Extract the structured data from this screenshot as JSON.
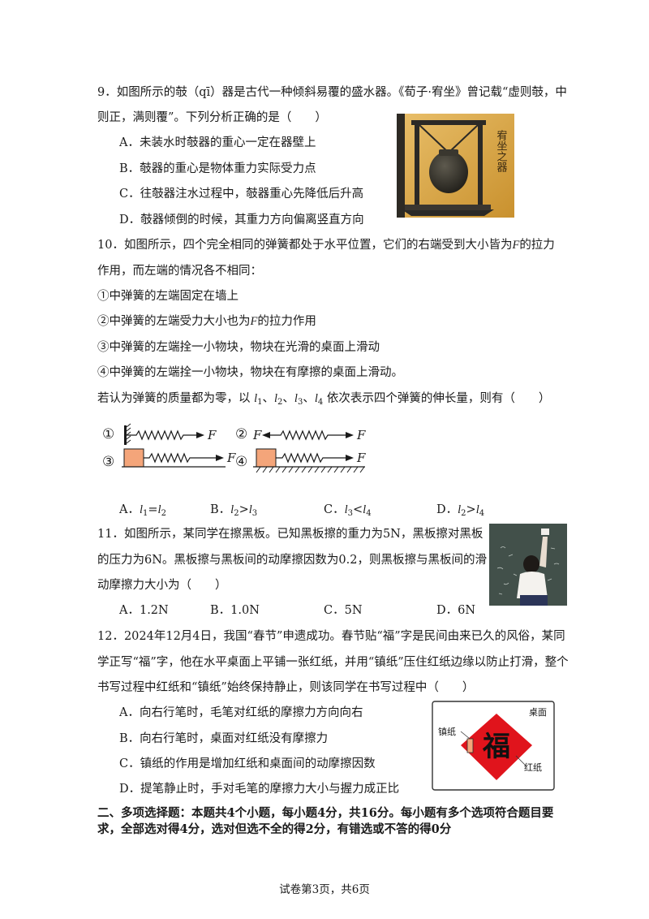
{
  "q9": {
    "line1": "9．如图所示的攲（qī）器是古代一种倾斜易覆的盛水器。《荀子·宥坐》曾记载“虚则攲，中",
    "line2": "则正，满则覆”。下列分析正确的是（　　）",
    "options": [
      "A．未装水时攲器的重心一定在器壁上",
      "B．攲器的重心是物体重力实际受力点",
      "C．往攲器注水过程中，攲器重心先降低后升高",
      "D．攲器倾倒的时候，其重力方向偏离竖直方向"
    ],
    "image_text": "宥坐之器"
  },
  "q10": {
    "line1": "10．如图所示，四个完全相同的弹簧都处于水平位置，它们的右端受到大小皆为",
    "F": "F",
    "line1_end": "的拉力",
    "line2": "作用，而左端的情况各不相同：",
    "case1": "①中弹簧的左端固定在墙上",
    "case2_a": "②中弹簧的左端受力大小也为",
    "case2_b": "的拉力作用",
    "case3": "③中弹簧的左端拴一小物块，物块在光滑的桌面上滑动",
    "case4": "④中弹簧的左端拴一小物块，物块在有摩擦的桌面上滑动。",
    "ask_a": "若认为弹簧的质量都为零，以",
    "ask_b": "依次表示四个弹簧的伸长量，则有（　　）",
    "l": "l",
    "sub1": "1",
    "sub2": "2",
    "sub3": "3",
    "sub4": "4",
    "sep": "、",
    "num1": "①",
    "num2": "②",
    "num3": "③",
    "num4": "④",
    "optA_pre": "A．",
    "optB_pre": "B．",
    "optC_pre": "C．",
    "optD_pre": "D．",
    "eq": "=",
    "gt": ">",
    "lt": "<"
  },
  "q11": {
    "line1": "11．如图所示，某同学在擦黑板。已知黑板擦的重力为5N，黑板擦对黑板",
    "line2": "的压力为6N。黑板擦与黑板间的动摩擦因数为0.2，则黑板擦与黑板间的滑",
    "line3": "动摩擦力大小为（　　）",
    "options": [
      "A．1.2N",
      "B．1.0N",
      "C．5N",
      "D．6N"
    ]
  },
  "q12": {
    "line1": "12．2024年12月4日，我国“春节”申遗成功。春节贴“福”字是民间由来已久的风俗，某同",
    "line2": "学正写“福”字，他在水平桌面上平铺一张红纸，并用“镇纸”压住红纸边缘以防止打滑，整个",
    "line3": "书写过程中红纸和“镇纸”始终保持静止，则该同学在书写过程中（　　）",
    "options": [
      "A．向右行笔时，毛笔对红纸的摩擦力方向向右",
      "B．向右行笔时，桌面对红纸没有摩擦力",
      "C．镇纸的作用是增加红纸和桌面间的动摩擦因数",
      "D．提笔静止时，手对毛笔的摩擦力大小与握力成正比"
    ],
    "label_desk": "桌面",
    "label_weight": "镇纸",
    "label_paper": "红纸",
    "fu": "福"
  },
  "section2": {
    "line1": "二、多项选择题：本题共4个小题，每小题4分，共16分。每小题有多个选项符合题目要",
    "line2": "求，全部选对得4分，选对但选不全的得2分，有错选或不答的得0分"
  },
  "footer": "试卷第3页，共6页",
  "colors": {
    "red_paper": "#e0141c",
    "block": "#f4a57a",
    "accent": "#c88a2a"
  }
}
